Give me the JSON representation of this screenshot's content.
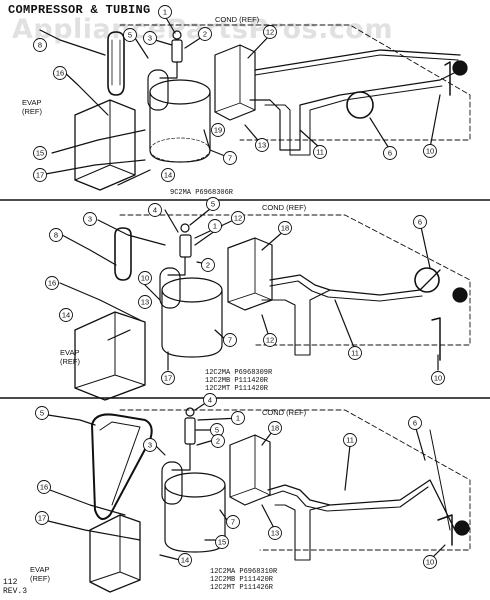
{
  "title": "COMPRESSOR & TUBING",
  "watermark": "AppliancePartsPros.com",
  "footer": {
    "line1": "112",
    "line2": "REV.3"
  },
  "panels": [
    {
      "id": "top",
      "model_lines": [
        "9C2MA P6968306R"
      ],
      "labels": {
        "cond": "COND (REF)",
        "evap": [
          "EVAP",
          "(REF)"
        ]
      },
      "callouts": [
        "1",
        "2",
        "3",
        "5",
        "8",
        "12",
        "16",
        "19",
        "13",
        "11",
        "6",
        "10",
        "7",
        "14",
        "15",
        "17"
      ]
    },
    {
      "id": "middle",
      "model_lines": [
        "12C2MA P6968309R",
        "12C2MB P111420R",
        "12C2MT P111420R"
      ],
      "labels": {
        "cond": "COND (REF)",
        "evap": [
          "EVAP",
          "(REF)"
        ]
      },
      "callouts": [
        "3",
        "4",
        "5",
        "12",
        "1",
        "2",
        "18",
        "6",
        "8",
        "16",
        "10",
        "14",
        "7",
        "12",
        "11",
        "10",
        "17",
        "13"
      ]
    },
    {
      "id": "bottom",
      "model_lines": [
        "12C2MA P6968310R",
        "12C2MB P111420R",
        "12C2MT P111426R"
      ],
      "labels": {
        "cond": "COND (REF)",
        "evap": [
          "EVAP",
          "(REF)"
        ]
      },
      "callouts": [
        "5",
        "4",
        "5",
        "1",
        "2",
        "3",
        "18",
        "11",
        "6",
        "16",
        "17",
        "7",
        "13",
        "15",
        "14",
        "10"
      ]
    }
  ]
}
